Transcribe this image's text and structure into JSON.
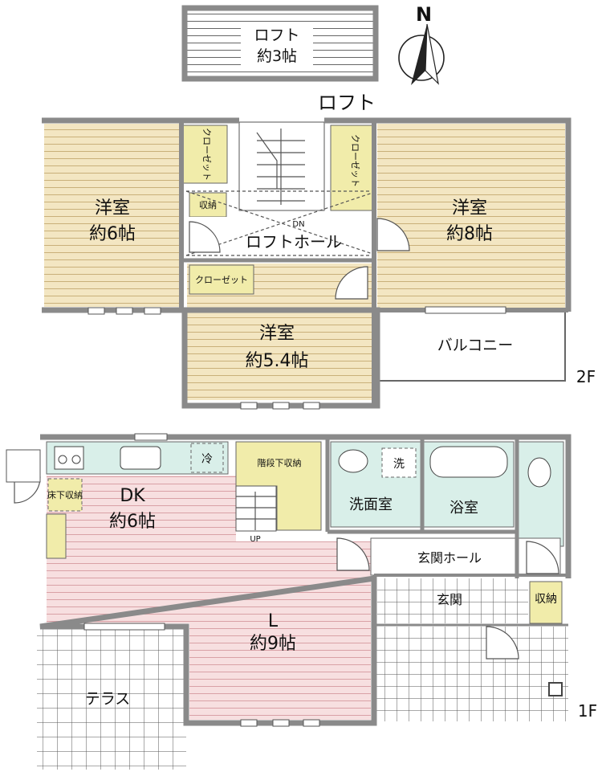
{
  "floors": {
    "loft": "ロフト",
    "second": "2F",
    "first": "1F"
  },
  "compass": "N",
  "loft": {
    "name": "ロフト",
    "area": "約3帖"
  },
  "second_floor": {
    "west_room": {
      "name": "洋室",
      "area": "約6帖"
    },
    "east_room": {
      "name": "洋室",
      "area": "約8帖"
    },
    "south_room": {
      "name": "洋室",
      "area": "約5.4帖"
    },
    "closet_west": "クローゼット",
    "closet_east": "クローゼット",
    "closet_south": "クローゼット",
    "storage": "収納",
    "hall": "ロフトホール",
    "stair_dn": "DN",
    "balcony": "バルコニー"
  },
  "first_floor": {
    "dk": {
      "name": "DK",
      "area": "約6帖"
    },
    "living": {
      "name": "L",
      "area": "約9帖"
    },
    "fridge": "冷",
    "under_stair_storage": "階段下収納",
    "underfloor_storage": "床下収納",
    "washroom": "洗面室",
    "washer": "洗",
    "bath": "浴室",
    "entrance_hall": "玄関ホール",
    "entrance": "玄関",
    "entrance_storage": "収納",
    "stair_up": "UP",
    "terrace": "テラス"
  },
  "colors": {
    "wood": "#f3e6c2",
    "wood_line": "#c9b07a",
    "pink": "#f7dfe0",
    "pink_line": "#d9a1a6",
    "storage": "#f1ecaa",
    "wet": "#d9efe9",
    "wall": "#8a8a8a"
  }
}
